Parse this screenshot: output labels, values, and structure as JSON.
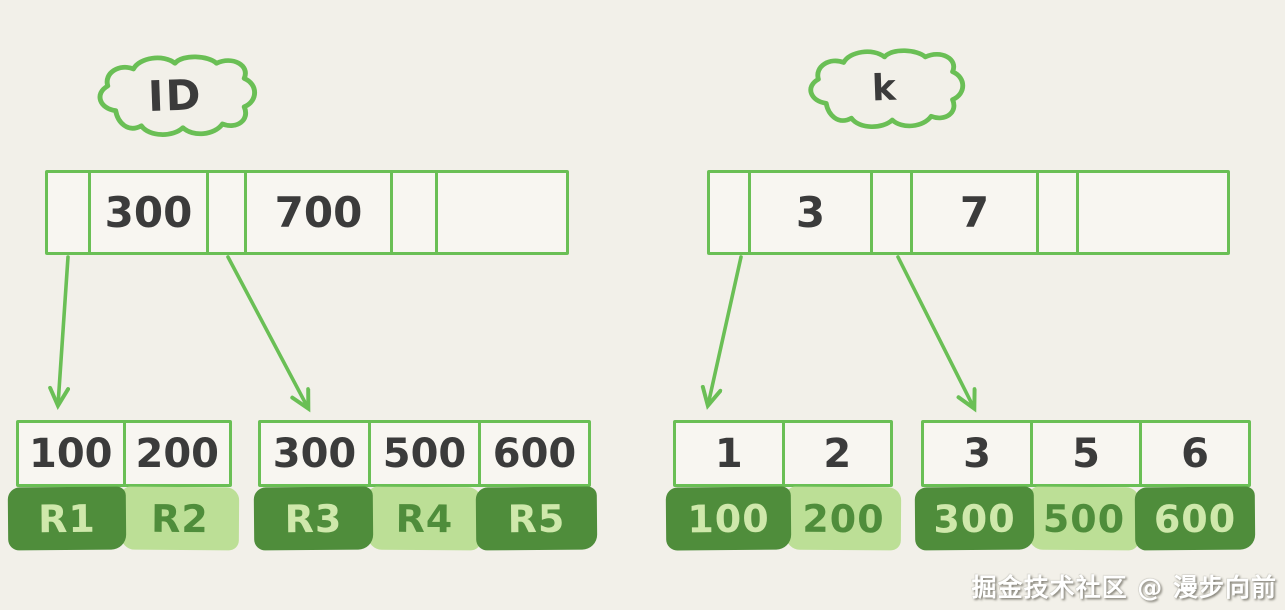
{
  "colors": {
    "background": "#f2f0e9",
    "stroke_green": "#6abf55",
    "ink": "#3b3b3b",
    "dark_green_fill": "#4f8d3b",
    "light_green_fill": "#bcdf96",
    "text_on_dark": "#cfe8ab",
    "text_on_light": "#4f8d3b",
    "cell_bg": "#f8f6f1",
    "watermark_color": "#ffffff"
  },
  "trees": [
    {
      "label": "ID",
      "root_cells": [
        "",
        "300",
        "",
        "700",
        "",
        ""
      ],
      "leaves": [
        {
          "keys": [
            "100",
            "200"
          ],
          "values": [
            "R1",
            "R2"
          ]
        },
        {
          "keys": [
            "300",
            "500",
            "600"
          ],
          "values": [
            "R3",
            "R4",
            "R5"
          ]
        }
      ]
    },
    {
      "label": "k",
      "root_cells": [
        "",
        "3",
        "",
        "7",
        "",
        ""
      ],
      "leaves": [
        {
          "keys": [
            "1",
            "2"
          ],
          "values": [
            "100",
            "200"
          ]
        },
        {
          "keys": [
            "3",
            "5",
            "6"
          ],
          "values": [
            "300",
            "500",
            "600"
          ]
        }
      ]
    }
  ],
  "watermark": "掘金技术社区 @ 漫步向前"
}
